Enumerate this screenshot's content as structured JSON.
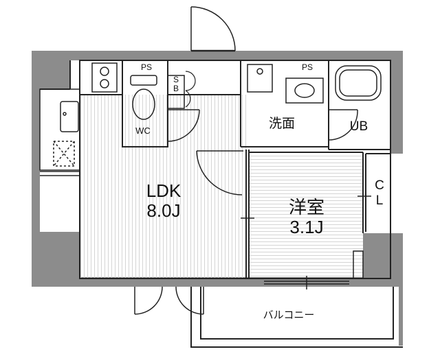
{
  "rooms": {
    "ldk": {
      "name": "LDK",
      "size": "8.0J"
    },
    "western_room": {
      "name": "洋室",
      "size": "3.1J"
    },
    "washroom": {
      "name": "洗面"
    },
    "unit_bath": {
      "name": "UB"
    },
    "toilet": {
      "name": "WC"
    },
    "closet": {
      "line1": "C",
      "line2": "L"
    },
    "balcony": {
      "name": "バルコニー"
    },
    "pipe_space_left": {
      "name": "PS"
    },
    "pipe_space_right": {
      "name": "PS"
    },
    "shoe_box": {
      "line1": "S",
      "line2": "B"
    }
  }
}
